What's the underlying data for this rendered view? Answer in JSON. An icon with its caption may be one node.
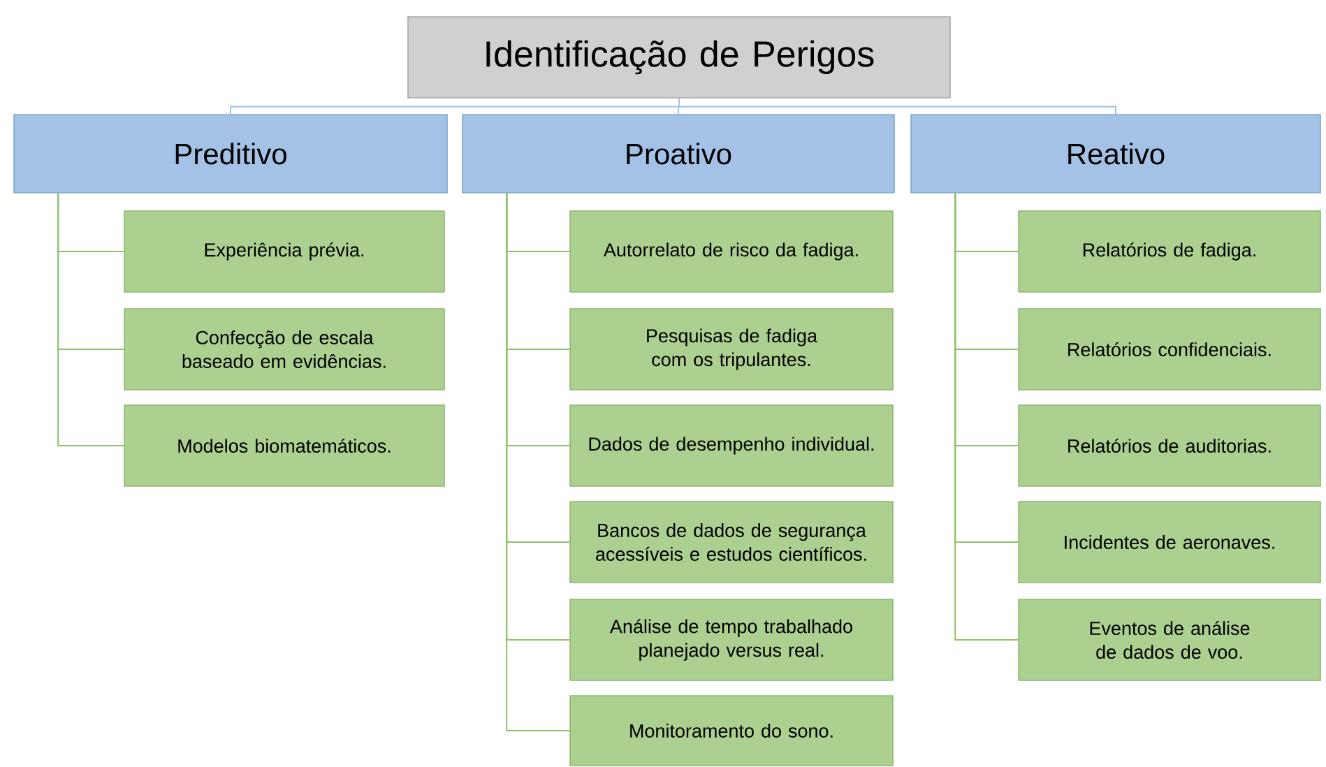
{
  "diagram": {
    "nodes": [
      {
        "text": [
          "Identificação de Perigos"
        ]
      },
      {
        "text": [
          "Preditivo"
        ]
      },
      {
        "text": [
          "Experiência prévia."
        ]
      },
      {
        "text": [
          "Confecção de escala baseado em evidências."
        ]
      },
      {
        "text": [
          "Modelos biomatemáticos."
        ]
      },
      {
        "text": [
          "Proativo"
        ]
      },
      {
        "text": [
          "Autorrelato de risco da fadiga."
        ]
      },
      {
        "text": [
          "Pesquisas de fadiga com os tripulantes."
        ]
      },
      {
        "text": [
          "Dados de desempenho individual."
        ]
      },
      {
        "text": [
          "Bancos de dados de segurança acessíveis e estudos científicos."
        ]
      },
      {
        "text": [
          "Análise de tempo trabalhado planejado versus real."
        ]
      },
      {
        "text": [
          "Monitoramento do sono."
        ]
      },
      {
        "text": [
          "Reativo"
        ]
      },
      {
        "text": [
          "Relatórios de fadiga."
        ]
      },
      {
        "text": [
          "Relatórios confidenciais."
        ]
      },
      {
        "text": [
          "Relatórios de auditorias."
        ]
      },
      {
        "text": [
          "Incidentes de aeronaves."
        ]
      },
      {
        "text": [
          "Eventos de análise de dados de voo."
        ]
      }
    ],
    "edges": [
      {
        "from": 0,
        "to": 1,
        "arrow": "none",
        "color": "#9dc3e6"
      },
      {
        "from": 0,
        "to": 5,
        "arrow": "none",
        "color": "#9dc3e6"
      },
      {
        "from": 0,
        "to": 12,
        "arrow": "none",
        "color": "#9dc3e6"
      },
      {
        "from": 1,
        "to": 2,
        "arrow": "none"
      },
      {
        "from": 1,
        "to": 3,
        "arrow": "none"
      },
      {
        "from": 1,
        "to": 4,
        "arrow": "none"
      },
      {
        "from": 5,
        "to": 6,
        "arrow": "none"
      },
      {
        "from": 5,
        "to": 7,
        "arrow": "none"
      },
      {
        "from": 5,
        "to": 8,
        "arrow": "none"
      },
      {
        "from": 5,
        "to": 9,
        "arrow": "none"
      },
      {
        "from": 5,
        "to": 10,
        "arrow": "none"
      },
      {
        "from": 5,
        "to": 11,
        "arrow": "none"
      },
      {
        "from": 12,
        "to": 13,
        "arrow": "none"
      },
      {
        "from": 12,
        "to": 14,
        "arrow": "none"
      },
      {
        "from": 12,
        "to": 15,
        "arrow": "none"
      },
      {
        "from": 12,
        "to": 16,
        "arrow": "none"
      },
      {
        "from": 12,
        "to": 17,
        "arrow": "none"
      }
    ]
  }
}
